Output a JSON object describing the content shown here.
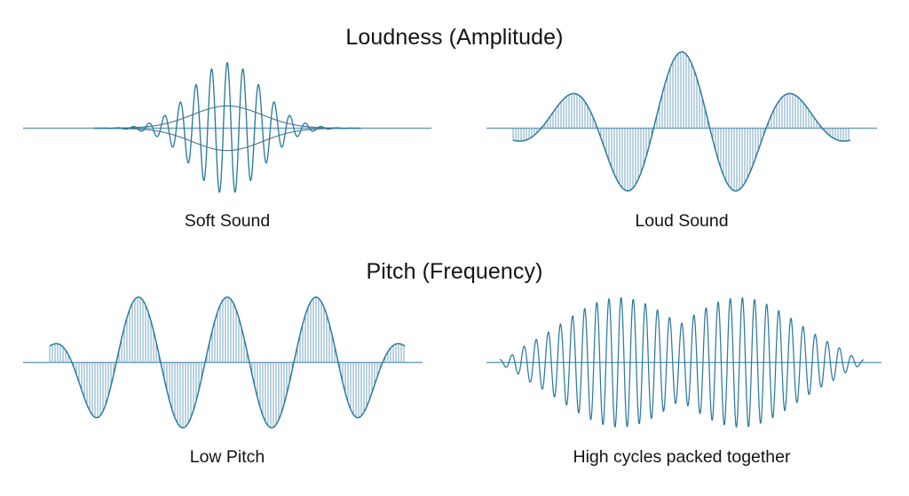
{
  "page": {
    "background": "#ffffff",
    "stroke_color": "#2b7a9e",
    "stroke_dark": "#35617a",
    "hatch_color": "#7ba8c4",
    "baseline_color": "#6fa0bd",
    "text_color": "#141414"
  },
  "sections": [
    {
      "id": "loudness",
      "title": "Loudness (Amplitude)",
      "panels": [
        {
          "id": "soft-sound",
          "label": "Soft Sound"
        },
        {
          "id": "loud-sound",
          "label": "Loud Sound"
        }
      ]
    },
    {
      "id": "pitch",
      "title": "Pitch (Frequency)",
      "panels": [
        {
          "id": "low-pitch",
          "label": "Low Pitch"
        },
        {
          "id": "high-pitch",
          "label": "High cycles packed together"
        }
      ]
    }
  ],
  "chart_data": [
    {
      "id": "soft-sound",
      "type": "line",
      "title": "Soft Sound",
      "description": "Narrow burst of high-frequency oscillation with small gaussian envelope; low amplitude overall with faint lead-in and trail-off bumps on the baseline.",
      "waveform": {
        "carrier_cycles": 17,
        "envelope": "gaussian",
        "envelope_center": 0.5,
        "envelope_width": 0.13,
        "peak_amplitude": 0.88,
        "side_bump_amplitude": 0.16,
        "hatched": false,
        "x_range": [
          0,
          1
        ],
        "y_range": [
          -1,
          1
        ]
      }
    },
    {
      "id": "loud-sound",
      "type": "line",
      "title": "Loud Sound",
      "description": "Three large slow lobes with vertical hatch fill; center lobe tallest, flanking lobes shorter; deep negative troughs between lobes.",
      "waveform": {
        "carrier_cycles": 3,
        "envelope": "gaussian",
        "envelope_center": 0.5,
        "envelope_width": 0.26,
        "peak_amplitude": 1.0,
        "side_peak_amplitude": 0.58,
        "hatched": true,
        "hatch_spacing_px": 3,
        "x_range": [
          0,
          1
        ],
        "y_range": [
          -1,
          1
        ]
      }
    },
    {
      "id": "low-pitch",
      "type": "line",
      "title": "Low Pitch",
      "description": "Four evenly spaced wide cycles with vertical hatch fill; uniform moderate amplitude across the burst, tapering at both ends.",
      "waveform": {
        "carrier_cycles": 4,
        "envelope": "plateau",
        "envelope_center": 0.5,
        "envelope_width": 0.42,
        "peak_amplitude": 0.92,
        "hatched": true,
        "hatch_spacing_px": 3,
        "x_range": [
          0,
          1
        ],
        "y_range": [
          -1,
          1
        ]
      }
    },
    {
      "id": "high-pitch",
      "type": "line",
      "title": "High cycles packed together",
      "description": "Many tightly packed high-frequency cycles forming two amplitude humps; unfilled outline showing dense oscillation.",
      "waveform": {
        "carrier_cycles": 30,
        "envelope": "double-hump",
        "hump_centers": [
          0.33,
          0.66
        ],
        "hump_widths": [
          0.16,
          0.16
        ],
        "peak_amplitude": 0.95,
        "hatched": false,
        "x_range": [
          0,
          1
        ],
        "y_range": [
          -1,
          1
        ]
      }
    }
  ]
}
